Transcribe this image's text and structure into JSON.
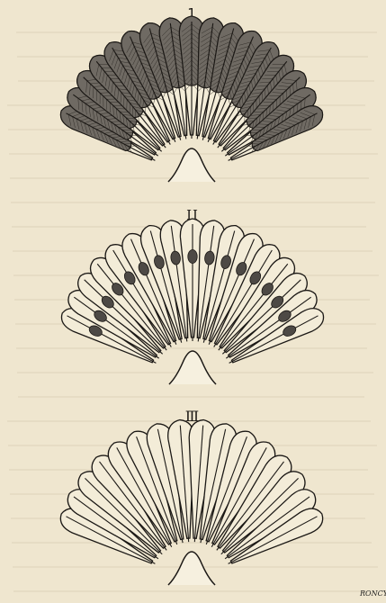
{
  "figures": [
    {
      "label": "1",
      "style": "dark-barbed"
    },
    {
      "label": "II",
      "style": "eye-spots"
    },
    {
      "label": "Ⅲ",
      "style": "plain"
    }
  ],
  "signature": "RONCY",
  "colors": {
    "paper": "#efe6cf",
    "ink": "#1b1815",
    "shade": "#6f6a63"
  }
}
